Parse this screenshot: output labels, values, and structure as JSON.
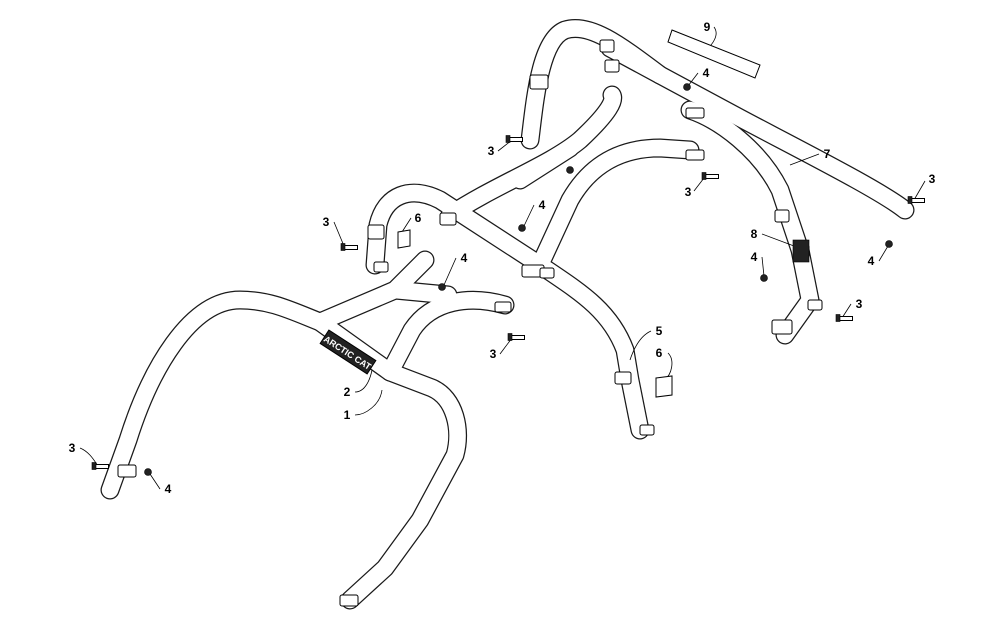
{
  "diagram": {
    "brand_logo_text": "ARCTIC CAT",
    "callouts": [
      {
        "id": "c1",
        "label": "1"
      },
      {
        "id": "c2",
        "label": "2"
      },
      {
        "id": "c3a",
        "label": "3"
      },
      {
        "id": "c3b",
        "label": "3"
      },
      {
        "id": "c3c",
        "label": "3"
      },
      {
        "id": "c3d",
        "label": "3"
      },
      {
        "id": "c3e",
        "label": "3"
      },
      {
        "id": "c3f",
        "label": "3"
      },
      {
        "id": "c4a",
        "label": "4"
      },
      {
        "id": "c4b",
        "label": "4"
      },
      {
        "id": "c4c",
        "label": "4"
      },
      {
        "id": "c4d",
        "label": "4"
      },
      {
        "id": "c4e",
        "label": "4"
      },
      {
        "id": "c4f",
        "label": "4"
      },
      {
        "id": "c5",
        "label": "5"
      },
      {
        "id": "c6a",
        "label": "6"
      },
      {
        "id": "c6b",
        "label": "6"
      },
      {
        "id": "c7",
        "label": "7"
      },
      {
        "id": "c8",
        "label": "8"
      },
      {
        "id": "c9",
        "label": "9"
      }
    ]
  }
}
